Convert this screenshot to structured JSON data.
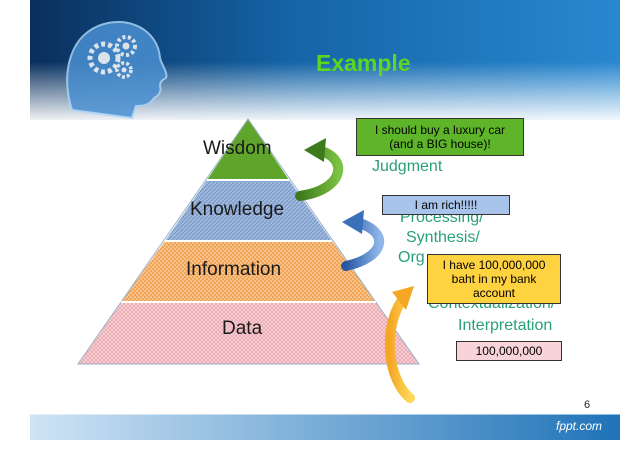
{
  "slide": {
    "title": "Example",
    "page_number": "6",
    "footer_brand": "fppt.com",
    "colors": {
      "header_dark": "#0a2f5c",
      "header_light": "#1b6fb5",
      "title_green": "#5bd81e",
      "wisdom": "#5fa52c",
      "knowledge": "#8aa9d6",
      "information": "#f0a24a",
      "data": "#f4c0c6",
      "process_text": "#2aa07a",
      "yellow_box": "#ffd23f"
    }
  },
  "pyramid": {
    "levels": [
      {
        "label": "Wisdom"
      },
      {
        "label": "Knowledge"
      },
      {
        "label": "Information"
      },
      {
        "label": "Data"
      }
    ]
  },
  "processes": {
    "judgment": "Judgment",
    "processing_lines": [
      "Processing/",
      "Synthesis/",
      "Org"
    ],
    "contextualization_lines": [
      "Contextualization/",
      "Interpretation"
    ]
  },
  "callouts": {
    "luxury_lines": [
      "I should buy a luxury car",
      "(and a BIG house)!"
    ],
    "rich": "I am rich!!!!!",
    "baht_lines": [
      "I have 100,000,000",
      "baht in my bank",
      "account"
    ],
    "amount": "100,000,000"
  }
}
